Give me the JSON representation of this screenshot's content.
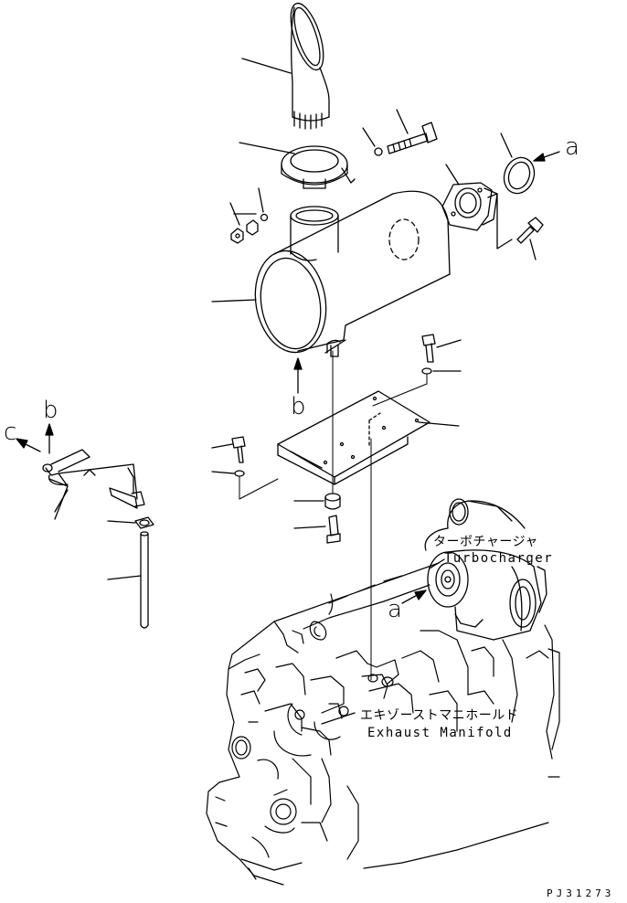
{
  "refs": {
    "a_top": "a",
    "a_turbo": "a",
    "b_muffler": "b",
    "b_pipe": "b",
    "c_pipe": "c"
  },
  "callouts": {
    "turbo_jp": "ターボチャージャ",
    "turbo_en": "Turbocharger",
    "manifold_jp": "エキゾーストマニホールド",
    "manifold_en": "Exhaust Manifold"
  },
  "drawing_code": "PJ31273",
  "colors": {
    "ink": "#000000",
    "paper": "#ffffff"
  }
}
